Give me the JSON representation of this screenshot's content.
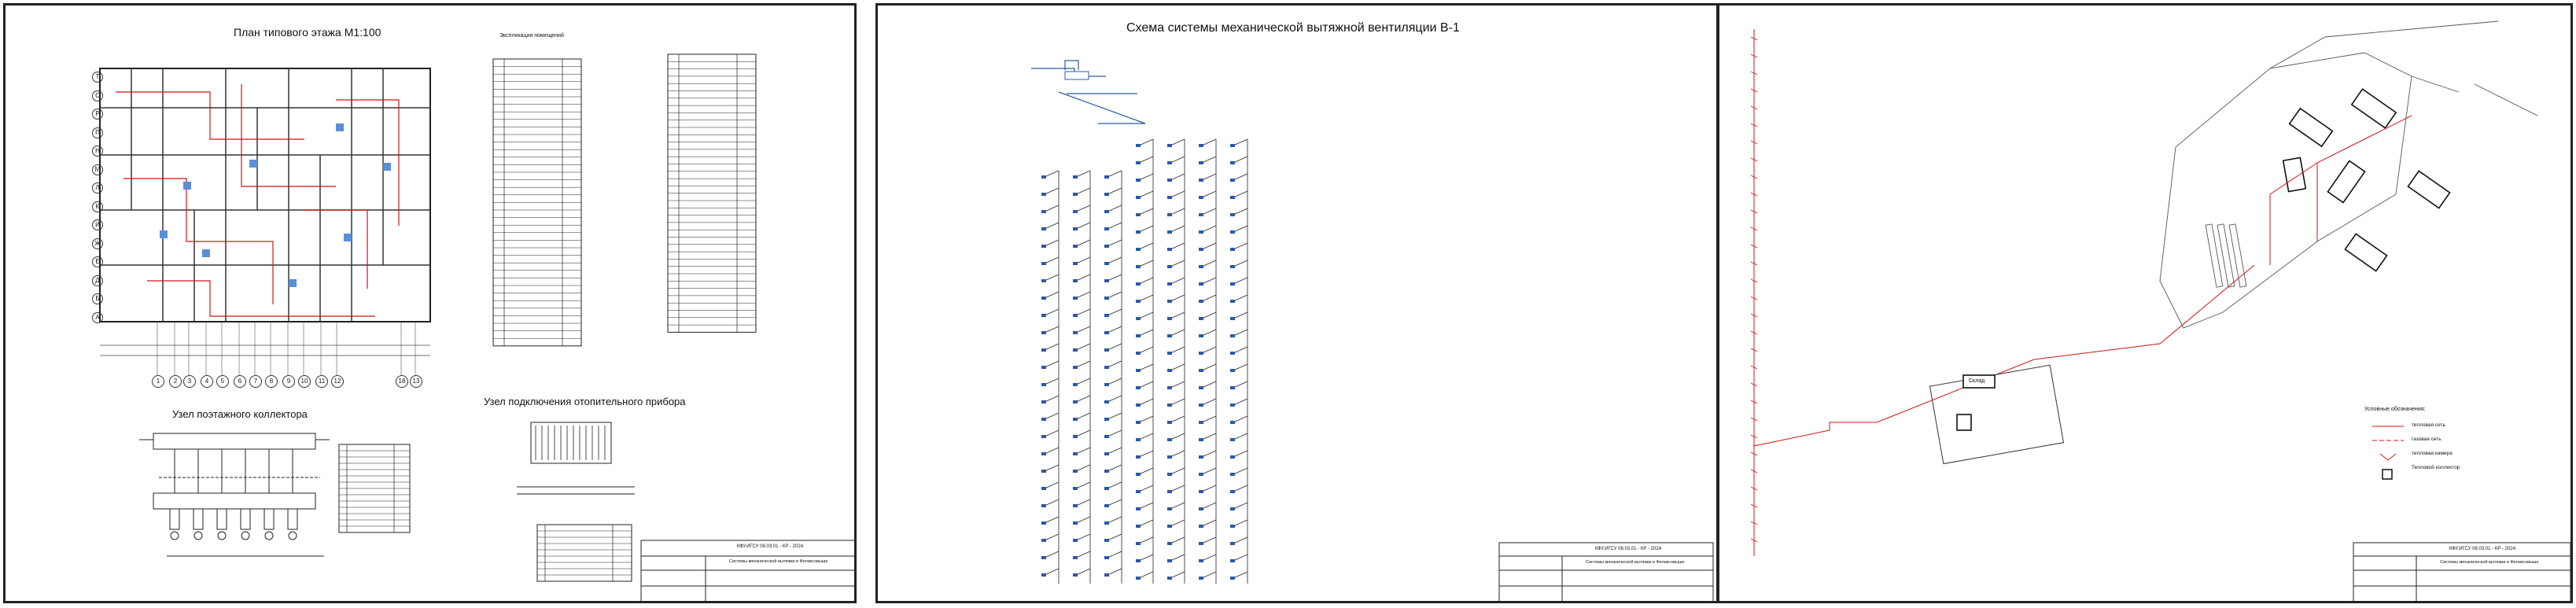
{
  "sheet1": {
    "plan_title": "План типового этажа  М1:100",
    "explication_title": "Экспликация помещений",
    "collector_title": "Узел поэтажного коллектора",
    "radiator_title": "Узел подключения отопительного прибора",
    "row_labels": [
      "Т",
      "С",
      "Р",
      "П",
      "Н",
      "М",
      "Л",
      "К",
      "И",
      "Ж",
      "Е",
      "Д",
      "Б",
      "А"
    ],
    "col_labels": [
      "1",
      "2",
      "3",
      "4",
      "5",
      "6",
      "7",
      "8",
      "9",
      "10",
      "11",
      "12",
      "18",
      "13"
    ],
    "titleblock_code": "КФУ.ИГСУ 08.03.01 - КР - 2024",
    "titleblock_name": "Системы механической вытяжки в Феликсовыше"
  },
  "sheet2": {
    "title": "Схема системы механической вытяжной вентиляции В-1",
    "titleblock_code": "КФУ.ИГСУ 08.03.01 - КР - 2024",
    "titleblock_name": "Системы механической вытяжки в Феликсовыше"
  },
  "sheet3": {
    "legend_title": "Условные обозначения:",
    "legend_items": [
      "тепловая сеть",
      "газовая сеть",
      "тепловая камера",
      "Тепловой коллектор"
    ],
    "building_label": "Склад",
    "titleblock_code": "КФУ.ИГСУ 08.03.01 - КР - 2024",
    "titleblock_name": "Системы механической вытяжки в Феликсовыше"
  }
}
